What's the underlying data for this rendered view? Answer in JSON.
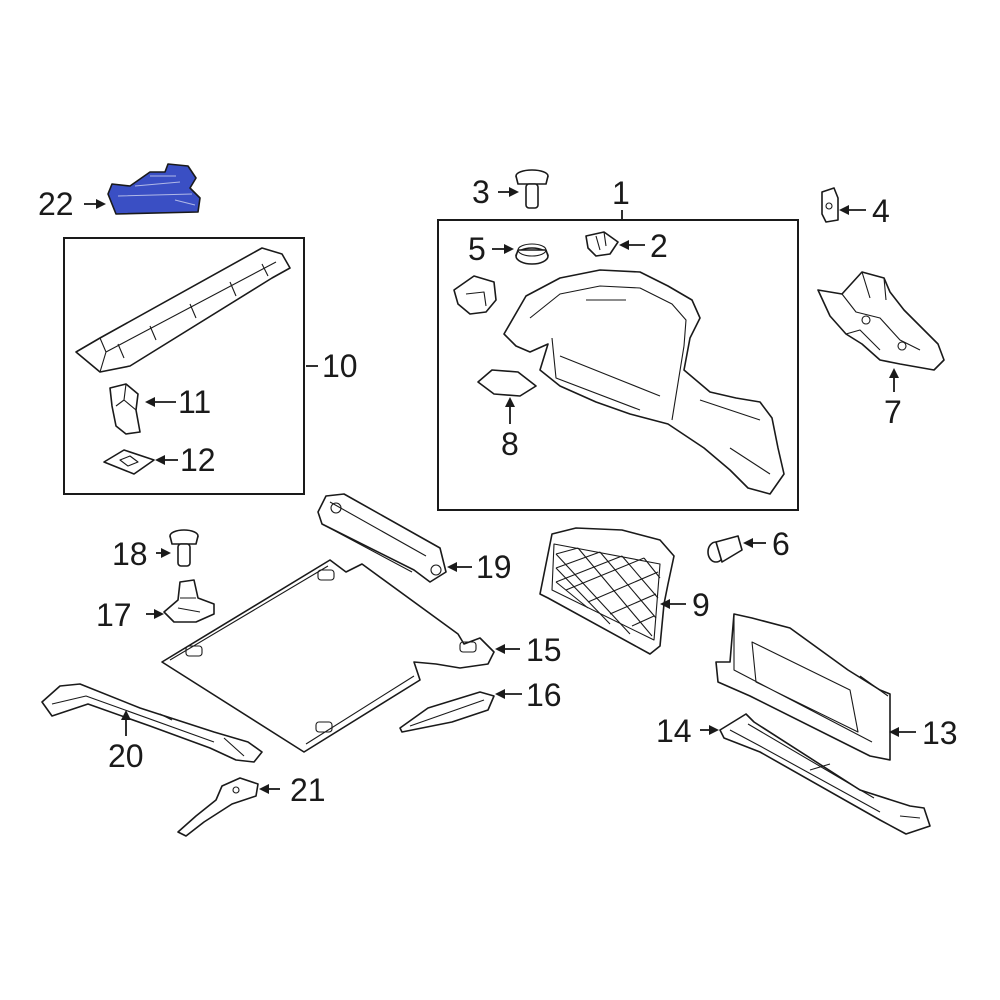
{
  "callouts": {
    "c1": "1",
    "c2": "2",
    "c3": "3",
    "c4": "4",
    "c5": "5",
    "c6": "6",
    "c7": "7",
    "c8": "8",
    "c9": "9",
    "c10": "10",
    "c11": "11",
    "c12": "12",
    "c13": "13",
    "c14": "14",
    "c15": "15",
    "c16": "16",
    "c17": "17",
    "c18": "18",
    "c19": "19",
    "c20": "20",
    "c21": "21",
    "c22": "22"
  },
  "highlight_color": "#3a4fc4",
  "line_color": "#1a1a1a"
}
